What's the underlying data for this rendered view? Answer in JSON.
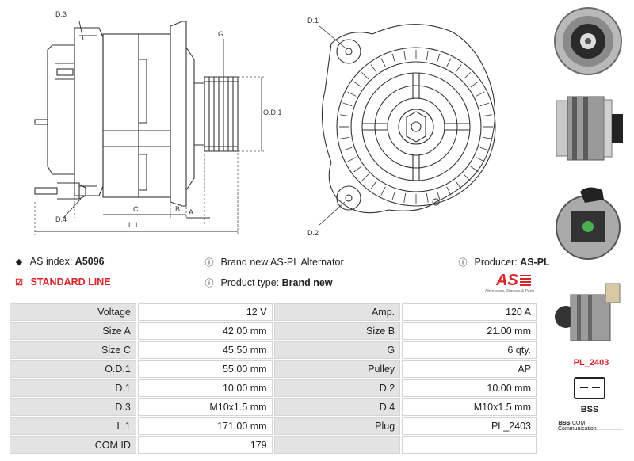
{
  "drawing_labels": {
    "d3": "D.3",
    "d4": "D.4",
    "g": "G",
    "od1": "O.D.1",
    "b": "B",
    "a": "A",
    "c": "C",
    "l1": "L.1",
    "d1": "D.1",
    "d2": "D.2"
  },
  "info": {
    "as_index_label": "AS index:",
    "as_index_value": "A5096",
    "line": "STANDARD LINE",
    "brand_new_text": "Brand new AS-PL Alternator",
    "product_type_label": "Product type:",
    "product_type_value": "Brand new",
    "producer_label": "Producer:",
    "producer_value": "AS-PL"
  },
  "logo": {
    "text": "AS",
    "tagline": "Alternators, Starters & Parts",
    "color": "#d6262b"
  },
  "specs": [
    [
      "Voltage",
      "12 V",
      "Amp.",
      "120 A"
    ],
    [
      "Size A",
      "42.00 mm",
      "Size B",
      "21.00 mm"
    ],
    [
      "Size C",
      "45.50 mm",
      "G",
      "6 qty."
    ],
    [
      "O.D.1",
      "55.00 mm",
      "Pulley",
      "AP"
    ],
    [
      "D.1",
      "10.00 mm",
      "D.2",
      "10.00 mm"
    ],
    [
      "D.3",
      "M10x1.5 mm",
      "D.4",
      "M10x1.5 mm"
    ],
    [
      "L.1",
      "171.00 mm",
      "Plug",
      "PL_2403"
    ],
    [
      "COM ID",
      "179",
      "",
      ""
    ]
  ],
  "plug": {
    "label": "PL_2403",
    "type": "BSS"
  },
  "legend": [
    {
      "key": "BSS",
      "value": "COM Communication"
    },
    {
      "key": "",
      "value": ""
    }
  ],
  "icons": {
    "tag": "tag-icon",
    "info": "info-icon",
    "check": "checkbox-icon"
  }
}
